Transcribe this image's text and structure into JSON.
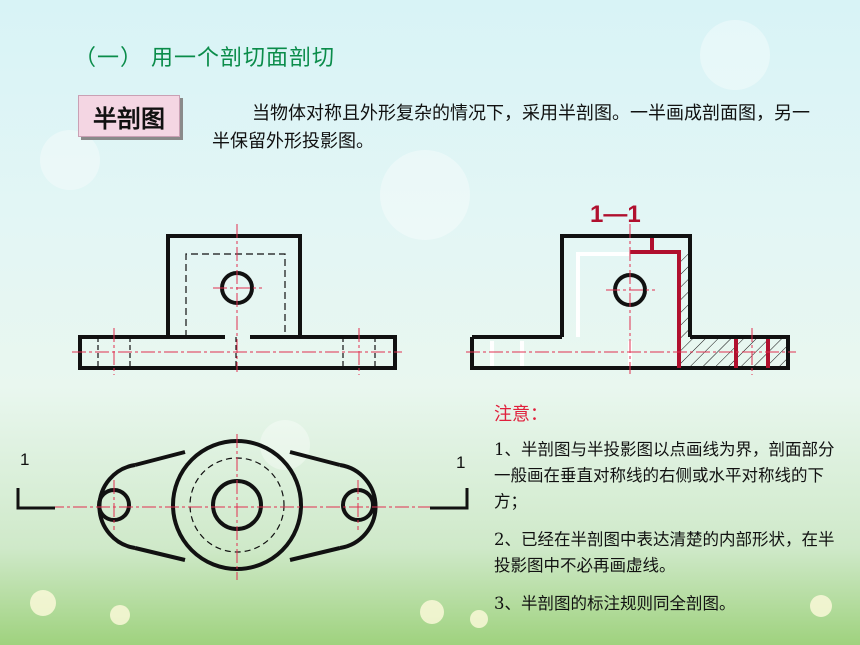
{
  "title": "（一） 用一个剖切面剖切",
  "badge": "半剖图",
  "intro": "当物体对称且外形复杂的情况下，采用半剖图。一半画成剖面图，另一半保留外形投影图。",
  "section_label": "1—1",
  "cut_marks": {
    "left": "1",
    "right": "1"
  },
  "notes": {
    "heading": "注意：",
    "items": [
      "1、半剖图与半投影图以点画线为界，剖面部分一般画在垂直对称线的右侧或水平对称线的下方；",
      "2、已经在半剖图中表达清楚的内部形状，在半投影图中不必再画虚线。",
      "3、半剖图的标注规则同全剖图。"
    ]
  },
  "colors": {
    "accent_red": "#b0102e",
    "title_green": "#0a8c4a",
    "note_red": "#e0203c"
  }
}
